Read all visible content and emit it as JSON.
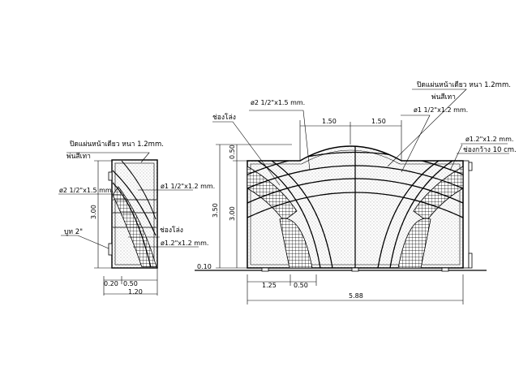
{
  "side_view": {
    "label_panel_sheet": "ปิดแผ่นหน้าเดียว หนา 1.2mm.",
    "label_paint": "พ่นสีเทา",
    "label_pipe_large": "ø2 1/2\"x1.5 mm.",
    "label_pipe_frame": "ø1 1/2\"x1.2 mm.",
    "label_grille": "ช่องโล่ง",
    "label_pipe_small": "ø1.2\"x1.2 mm.",
    "label_hinge": "บูท 2\"",
    "dim_height": "3.00",
    "dim_left": "0.20",
    "dim_right": "0.50",
    "dim_total": "1.20"
  },
  "front_view": {
    "label_grille": "ช่องโล่ง",
    "label_pipe_large": "ø2 1/2\"x1.5 mm.",
    "label_panel_sheet": "ปิดแผ่นหน้าเดียว หนา 1.2mm.",
    "label_paint": "พ่นสีเทา",
    "label_pipe_frame": "ø1 1/2\"x1.2 mm.",
    "label_pipe_small": "ø1.2\"x1.2 mm.",
    "label_spacing": "ช่องกว้าง 10 cm.",
    "dim_top_left": "1.50",
    "dim_top_right": "1.50",
    "dim_arch": "0.50",
    "dim_total_height": "3.50",
    "dim_body_height": "3.00",
    "dim_base": "0.10",
    "dim_bottom_a": "1.25",
    "dim_bottom_b": "0.50",
    "dim_total_width": "5.88"
  }
}
